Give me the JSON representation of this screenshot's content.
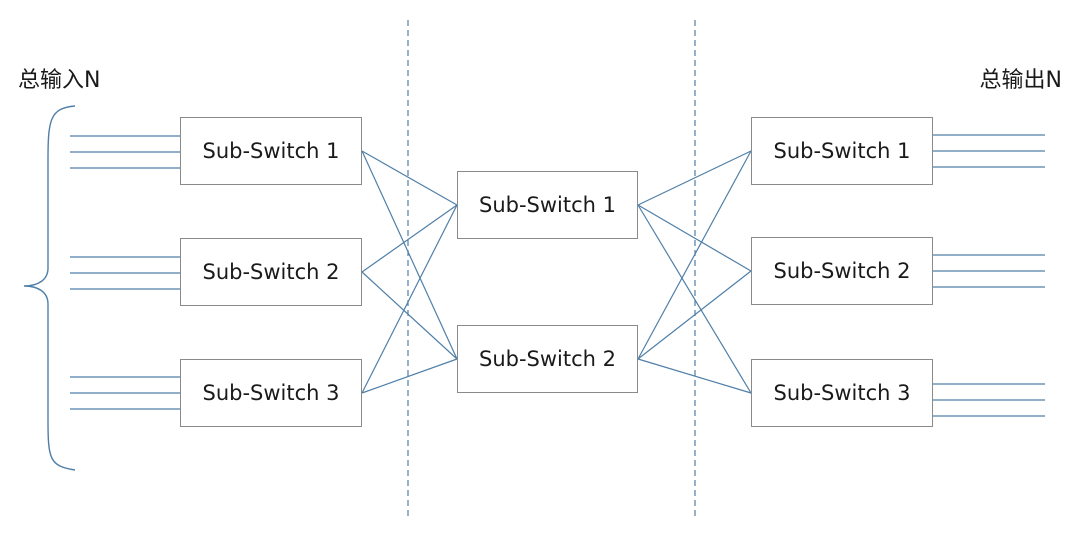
{
  "labels": {
    "total_input": "总输入N",
    "total_output": "总输出N"
  },
  "stages": {
    "input": [
      {
        "label": "Sub-Switch 1"
      },
      {
        "label": "Sub-Switch 2"
      },
      {
        "label": "Sub-Switch 3"
      }
    ],
    "middle": [
      {
        "label": "Sub-Switch 1"
      },
      {
        "label": "Sub-Switch 2"
      }
    ],
    "output": [
      {
        "label": "Sub-Switch 1"
      },
      {
        "label": "Sub-Switch 2"
      },
      {
        "label": "Sub-Switch 3"
      }
    ]
  },
  "colors": {
    "wire": "#4f7fa8",
    "divider": "#4f7fa8",
    "brace": "#4f7fa8",
    "box_border": "#8a8a8a"
  }
}
